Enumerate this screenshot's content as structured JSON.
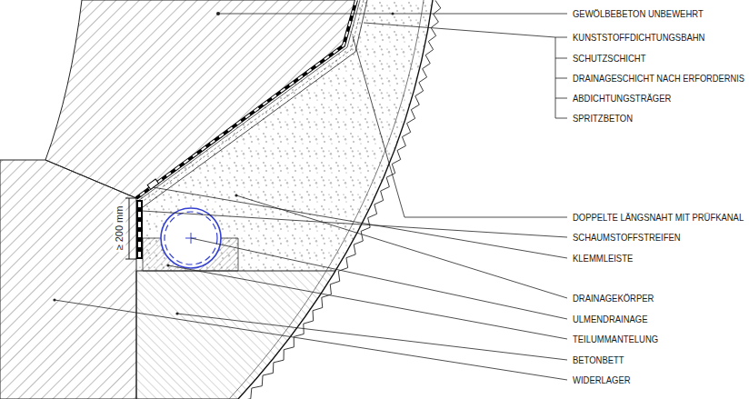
{
  "diagram": {
    "labels": [
      "GEWÖLBEBETON UNBEWEHRT",
      "KUNSTSTOFFDICHTUNGSBAHN",
      "SCHUTZSCHICHT",
      "DRAINAGESCHICHT NACH ERFORDERNIS",
      "ABDICHTUNGSTRÄGER",
      "SPRITZBETON",
      "DOPPELTE LÄNGSNAHT MIT PRÜFKANAL",
      "SCHAUMSTOFFSTREIFEN",
      "KLEMMLEISTE",
      "DRAINAGEKÖRPER",
      "ULMENDRAINAGE",
      "TEILUMMANTELUNG",
      "BETONBETT",
      "WIDERLAGER",
      "≥ 200 mm"
    ]
  }
}
